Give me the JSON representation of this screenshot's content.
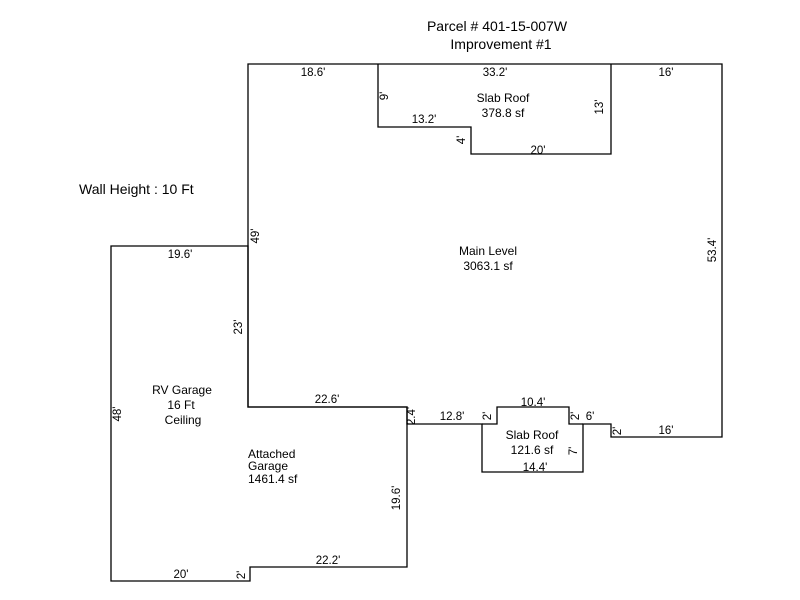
{
  "header": {
    "parcel": "Parcel # 401-15-007W",
    "improvement": "Improvement #1"
  },
  "wall_height": "Wall Height : 10 Ft",
  "areas": {
    "main": {
      "name": "Main Level",
      "size": "3063.1 sf"
    },
    "slab_top": {
      "name": "Slab Roof",
      "size": "378.8 sf"
    },
    "slab_bottom": {
      "name": "Slab Roof",
      "size": "121.6 sf"
    },
    "rv": {
      "line1": "RV Garage",
      "line2": "16 Ft",
      "line3": "Ceiling"
    },
    "garage": {
      "line1": "Attached",
      "line2": "Garage",
      "line3": "1461.4 sf"
    }
  },
  "dimensions": {
    "top_left": "18.6'",
    "slab_top_width": "33.2'",
    "top_right": "16'",
    "slab_left_depth": "9'",
    "slab_step_width": "13.2'",
    "slab_right_depth": "13'",
    "slab_step_depth": "4'",
    "slab_bottom_width": "20'",
    "main_left": "49'",
    "main_right": "53.4'",
    "rv_top": "19.6'",
    "garage_wall": "23'",
    "rv_left": "48'",
    "garage_top": "22.6'",
    "garage_jog": "2.4'",
    "patio_left": "12.8'",
    "patio_step_left": "2'",
    "patio_top": "10.4'",
    "patio_step_right": "2'",
    "patio_right": "6'",
    "right_step": "2'",
    "bottom_right": "16'",
    "patio_depth": "7'",
    "patio_bottom": "14.4'",
    "garage_right": "19.6'",
    "garage_bottom": "22.2'",
    "rv_bottom": "20'",
    "rv_bottom_step": "2'"
  }
}
